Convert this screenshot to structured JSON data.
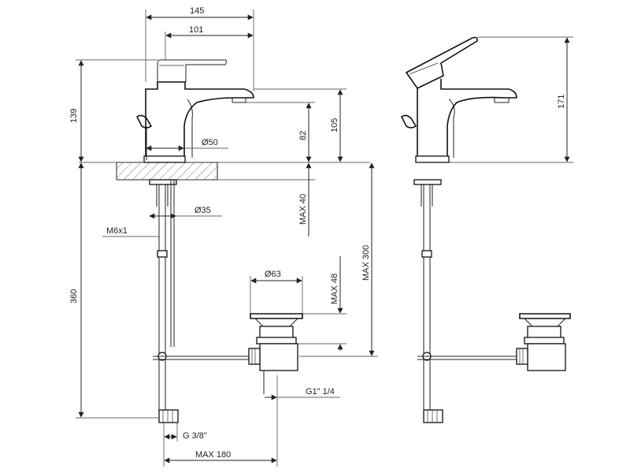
{
  "dimensions": {
    "width_145": "145",
    "width_101": "101",
    "height_139": "139",
    "height_105": "105",
    "height_82": "82",
    "body_diameter": "Ø50",
    "hole_diameter": "Ø35",
    "thread_m6": "M6x1",
    "deck_max_40": "MAX 40",
    "drain_max_300": "MAX 300",
    "waste_diameter": "Ø63",
    "waste_max_48": "MAX 48",
    "hose_length_360": "360",
    "waste_thread": "G1\" 1/4",
    "hose_thread": "G 3/8\"",
    "reach_max_180": "MAX 180",
    "lever_height_171": "171"
  }
}
